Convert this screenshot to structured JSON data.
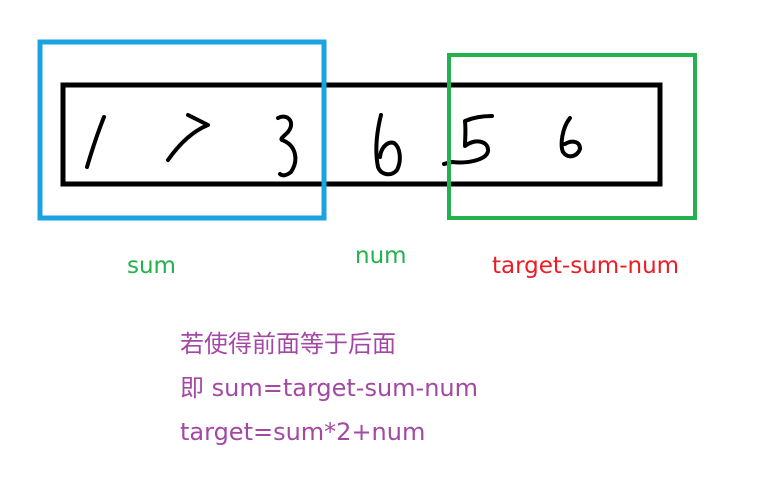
{
  "array": {
    "digits": [
      "1",
      "7",
      "3",
      "6",
      "5",
      "6"
    ]
  },
  "labels": {
    "sum": "sum",
    "num": "num",
    "target": "target-sum-num"
  },
  "notes": [
    "若使得前面等于后面",
    "即 sum=target-sum-num",
    "target=sum*2+num"
  ],
  "colors": {
    "array_border": "#000000",
    "left_box": "#1aa3e0",
    "right_box": "#22b14c",
    "sum_label": "#22b14c",
    "num_label": "#22b14c",
    "target_label": "#ed1c24",
    "notes": "#a349a4",
    "digits": "#000000"
  }
}
